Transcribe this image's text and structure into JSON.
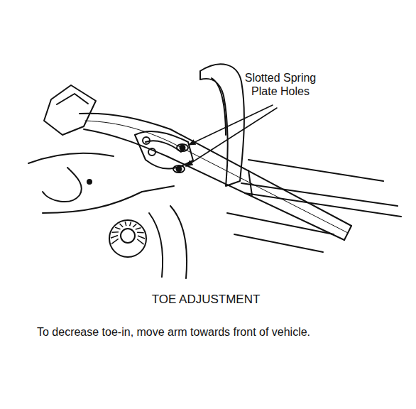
{
  "diagram": {
    "title": "TOE ADJUSTMENT",
    "caption": "To decrease toe-in, move arm towards front of vehicle.",
    "labels": [
      "Slotted Spring Plate Holes"
    ]
  }
}
